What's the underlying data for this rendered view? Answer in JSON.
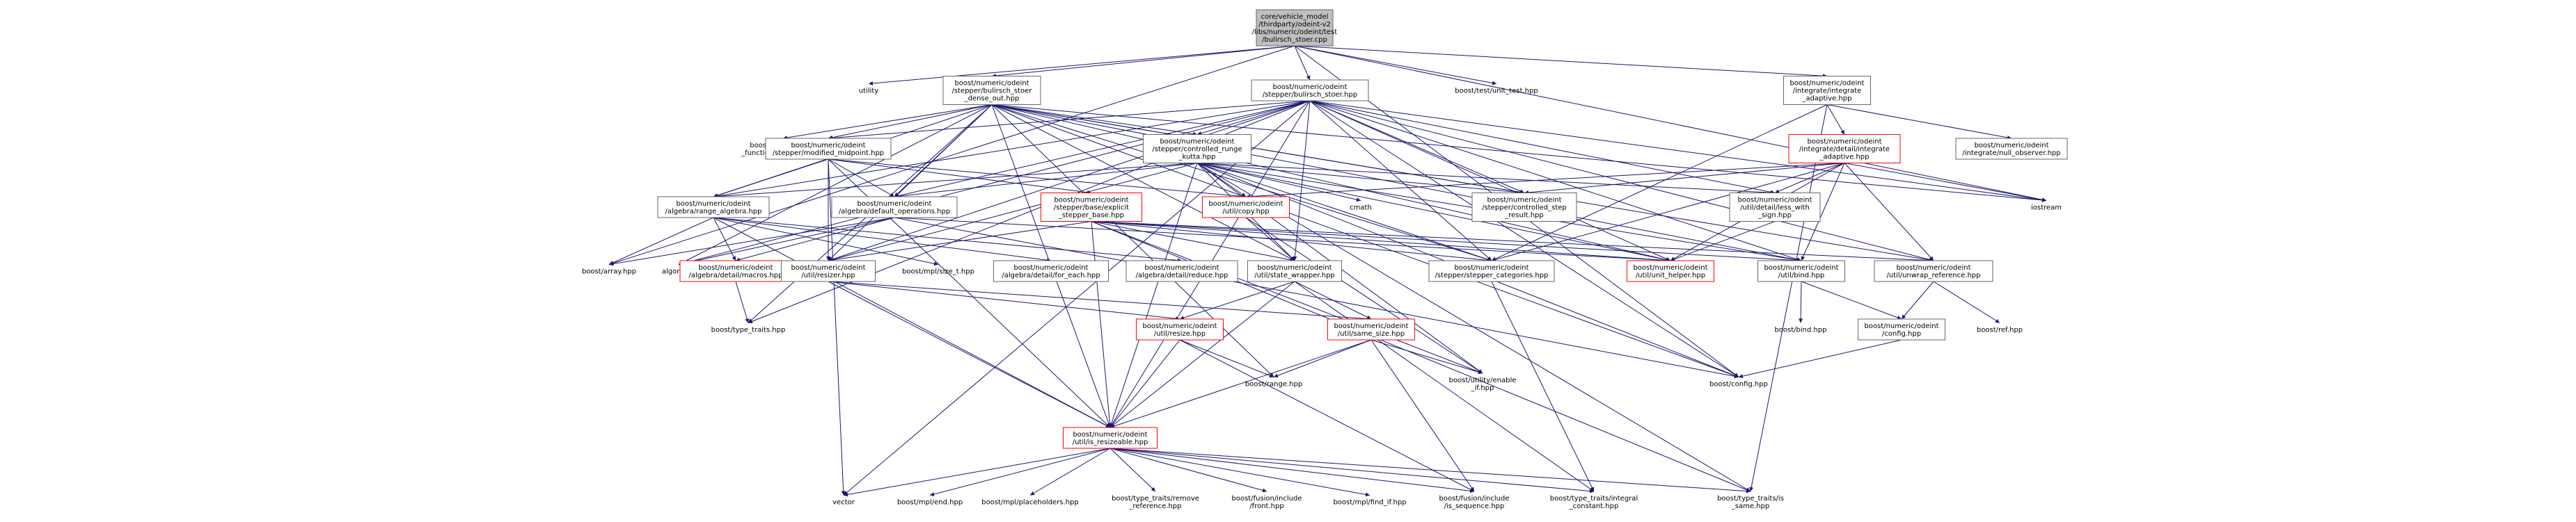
{
  "colors": {
    "edge": "#191970",
    "node_border": "#666666",
    "node_border_incomplete": "#ff0000",
    "node_fill": "#ffffff",
    "root_fill": "#bfbfbf",
    "background": "#ffffff"
  },
  "graph": {
    "nodes": [
      {
        "id": "root",
        "lines": [
          "core/vehicle_model",
          "/thirdparty/odeint-v2",
          "/libs/numeric/odeint/test",
          "/bulirsch_stoer.cpp"
        ],
        "style": "root"
      },
      {
        "id": "utility",
        "lines": [
          "utility"
        ],
        "style": "plain"
      },
      {
        "id": "bs_dense",
        "lines": [
          "boost/numeric/odeint",
          "/stepper/bulirsch_stoer",
          "_dense_out.hpp"
        ],
        "style": "normal"
      },
      {
        "id": "bs",
        "lines": [
          "boost/numeric/odeint",
          "/stepper/bulirsch_stoer.hpp"
        ],
        "style": "normal"
      },
      {
        "id": "unit_test",
        "lines": [
          "boost/test/unit_test.hpp"
        ],
        "style": "plain"
      },
      {
        "id": "int_adaptive",
        "lines": [
          "boost/numeric/odeint",
          "/integrate/integrate",
          "_adaptive.hpp"
        ],
        "style": "normal"
      },
      {
        "id": "binomial",
        "lines": [
          "boost/math/special",
          "_functions/binomial.hpp"
        ],
        "style": "plain"
      },
      {
        "id": "mod_mid",
        "lines": [
          "boost/numeric/odeint",
          "/stepper/modified_midpoint.hpp"
        ],
        "style": "normal"
      },
      {
        "id": "ctrl_rk",
        "lines": [
          "boost/numeric/odeint",
          "/stepper/controlled_runge",
          "_kutta.hpp"
        ],
        "style": "normal"
      },
      {
        "id": "int_detail_adaptive",
        "lines": [
          "boost/numeric/odeint",
          "/integrate/detail/integrate",
          "_adaptive.hpp"
        ],
        "style": "incomplete"
      },
      {
        "id": "null_obs",
        "lines": [
          "boost/numeric/odeint",
          "/integrate/null_observer.hpp"
        ],
        "style": "normal"
      },
      {
        "id": "range_alg",
        "lines": [
          "boost/numeric/odeint",
          "/algebra/range_algebra.hpp"
        ],
        "style": "normal"
      },
      {
        "id": "default_ops",
        "lines": [
          "boost/numeric/odeint",
          "/algebra/default_operations.hpp"
        ],
        "style": "normal"
      },
      {
        "id": "explicit_base",
        "lines": [
          "boost/numeric/odeint",
          "/stepper/base/explicit",
          "_stepper_base.hpp"
        ],
        "style": "incomplete"
      },
      {
        "id": "copy",
        "lines": [
          "boost/numeric/odeint",
          "/util/copy.hpp"
        ],
        "style": "incomplete"
      },
      {
        "id": "cmath",
        "lines": [
          "cmath"
        ],
        "style": "plain"
      },
      {
        "id": "ctrl_step_res",
        "lines": [
          "boost/numeric/odeint",
          "/stepper/controlled_step",
          "_result.hpp"
        ],
        "style": "normal"
      },
      {
        "id": "less_sign",
        "lines": [
          "boost/numeric/odeint",
          "/util/detail/less_with",
          "_sign.hpp"
        ],
        "style": "normal"
      },
      {
        "id": "iostream",
        "lines": [
          "iostream"
        ],
        "style": "plain"
      },
      {
        "id": "array",
        "lines": [
          "boost/array.hpp"
        ],
        "style": "plain"
      },
      {
        "id": "algorithm",
        "lines": [
          "algorithm"
        ],
        "style": "plain"
      },
      {
        "id": "macros",
        "lines": [
          "boost/numeric/odeint",
          "/algebra/detail/macros.hpp"
        ],
        "style": "incomplete"
      },
      {
        "id": "resizer",
        "lines": [
          "boost/numeric/odeint",
          "/util/resizer.hpp"
        ],
        "style": "normal"
      },
      {
        "id": "size_t",
        "lines": [
          "boost/mpl/size_t.hpp"
        ],
        "style": "plain"
      },
      {
        "id": "for_each",
        "lines": [
          "boost/numeric/odeint",
          "/algebra/detail/for_each.hpp"
        ],
        "style": "normal"
      },
      {
        "id": "reduce",
        "lines": [
          "boost/numeric/odeint",
          "/algebra/detail/reduce.hpp"
        ],
        "style": "normal"
      },
      {
        "id": "state_wrapper",
        "lines": [
          "boost/numeric/odeint",
          "/util/state_wrapper.hpp"
        ],
        "style": "normal"
      },
      {
        "id": "stepper_cat",
        "lines": [
          "boost/numeric/odeint",
          "/stepper/stepper_categories.hpp"
        ],
        "style": "normal"
      },
      {
        "id": "unit_helper",
        "lines": [
          "boost/numeric/odeint",
          "/util/unit_helper.hpp"
        ],
        "style": "incomplete"
      },
      {
        "id": "bind_util",
        "lines": [
          "boost/numeric/odeint",
          "/util/bind.hpp"
        ],
        "style": "normal"
      },
      {
        "id": "unwrap_ref",
        "lines": [
          "boost/numeric/odeint",
          "/util/unwrap_reference.hpp"
        ],
        "style": "normal"
      },
      {
        "id": "type_traits",
        "lines": [
          "boost/type_traits.hpp"
        ],
        "style": "plain"
      },
      {
        "id": "resize",
        "lines": [
          "boost/numeric/odeint",
          "/util/resize.hpp"
        ],
        "style": "incomplete"
      },
      {
        "id": "same_size",
        "lines": [
          "boost/numeric/odeint",
          "/util/same_size.hpp"
        ],
        "style": "incomplete"
      },
      {
        "id": "bind_hpp",
        "lines": [
          "boost/bind.hpp"
        ],
        "style": "plain"
      },
      {
        "id": "odeint_config",
        "lines": [
          "boost/numeric/odeint",
          "/config.hpp"
        ],
        "style": "normal"
      },
      {
        "id": "ref_hpp",
        "lines": [
          "boost/ref.hpp"
        ],
        "style": "plain"
      },
      {
        "id": "range_hpp",
        "lines": [
          "boost/range.hpp"
        ],
        "style": "plain"
      },
      {
        "id": "enable_if",
        "lines": [
          "boost/utility/enable",
          "_if.hpp"
        ],
        "style": "plain"
      },
      {
        "id": "config_hpp",
        "lines": [
          "boost/config.hpp"
        ],
        "style": "plain"
      },
      {
        "id": "is_resizeable",
        "lines": [
          "boost/numeric/odeint",
          "/util/is_resizeable.hpp"
        ],
        "style": "incomplete"
      },
      {
        "id": "vector",
        "lines": [
          "vector"
        ],
        "style": "plain"
      },
      {
        "id": "end_hpp",
        "lines": [
          "boost/mpl/end.hpp"
        ],
        "style": "plain"
      },
      {
        "id": "placeholders",
        "lines": [
          "boost/mpl/placeholders.hpp"
        ],
        "style": "plain"
      },
      {
        "id": "remove_ref",
        "lines": [
          "boost/type_traits/remove",
          "_reference.hpp"
        ],
        "style": "plain"
      },
      {
        "id": "fusion_front",
        "lines": [
          "boost/fusion/include",
          "/front.hpp"
        ],
        "style": "plain"
      },
      {
        "id": "find_if",
        "lines": [
          "boost/mpl/find_if.hpp"
        ],
        "style": "plain"
      },
      {
        "id": "is_sequence",
        "lines": [
          "boost/fusion/include",
          "/is_sequence.hpp"
        ],
        "style": "plain"
      },
      {
        "id": "integral_const",
        "lines": [
          "boost/type_traits/integral",
          "_constant.hpp"
        ],
        "style": "plain"
      },
      {
        "id": "is_same",
        "lines": [
          "boost/type_traits/is",
          "_same.hpp"
        ],
        "style": "plain"
      }
    ],
    "edges": [
      [
        "root",
        "utility"
      ],
      [
        "root",
        "bs_dense"
      ],
      [
        "root",
        "bs"
      ],
      [
        "root",
        "unit_test"
      ],
      [
        "root",
        "int_adaptive"
      ],
      [
        "root",
        "iostream"
      ],
      [
        "root",
        "array"
      ],
      [
        "root",
        "config_hpp"
      ],
      [
        "bs_dense",
        "binomial"
      ],
      [
        "bs_dense",
        "mod_mid"
      ],
      [
        "bs_dense",
        "ctrl_rk"
      ],
      [
        "bs_dense",
        "range_alg"
      ],
      [
        "bs_dense",
        "default_ops"
      ],
      [
        "bs_dense",
        "algorithm"
      ],
      [
        "bs_dense",
        "resizer"
      ],
      [
        "bs_dense",
        "state_wrapper"
      ],
      [
        "bs_dense",
        "stepper_cat"
      ],
      [
        "bs_dense",
        "unit_helper"
      ],
      [
        "bs_dense",
        "bind_util"
      ],
      [
        "bs_dense",
        "unwrap_ref"
      ],
      [
        "bs_dense",
        "type_traits"
      ],
      [
        "bs_dense",
        "is_resizeable"
      ],
      [
        "bs_dense",
        "config_hpp"
      ],
      [
        "bs_dense",
        "ctrl_step_res"
      ],
      [
        "bs_dense",
        "iostream"
      ],
      [
        "bs_dense",
        "range_hpp"
      ],
      [
        "bs",
        "mod_mid"
      ],
      [
        "bs",
        "ctrl_rk"
      ],
      [
        "bs",
        "range_alg"
      ],
      [
        "bs",
        "default_ops"
      ],
      [
        "bs",
        "algorithm"
      ],
      [
        "bs",
        "resizer"
      ],
      [
        "bs",
        "state_wrapper"
      ],
      [
        "bs",
        "stepper_cat"
      ],
      [
        "bs",
        "unit_helper"
      ],
      [
        "bs",
        "bind_util"
      ],
      [
        "bs",
        "unwrap_ref"
      ],
      [
        "bs",
        "type_traits"
      ],
      [
        "bs",
        "is_resizeable"
      ],
      [
        "bs",
        "config_hpp"
      ],
      [
        "bs",
        "ctrl_step_res"
      ],
      [
        "bs",
        "iostream"
      ],
      [
        "bs",
        "less_sign"
      ],
      [
        "bs",
        "vector"
      ],
      [
        "int_adaptive",
        "int_detail_adaptive"
      ],
      [
        "int_adaptive",
        "null_obs"
      ],
      [
        "int_adaptive",
        "stepper_cat"
      ],
      [
        "int_adaptive",
        "is_same"
      ],
      [
        "mod_mid",
        "explicit_base"
      ],
      [
        "mod_mid",
        "range_alg"
      ],
      [
        "mod_mid",
        "default_ops"
      ],
      [
        "mod_mid",
        "resizer"
      ],
      [
        "mod_mid",
        "is_resizeable"
      ],
      [
        "mod_mid",
        "copy"
      ],
      [
        "mod_mid",
        "vector"
      ],
      [
        "ctrl_rk",
        "range_alg"
      ],
      [
        "ctrl_rk",
        "default_ops"
      ],
      [
        "ctrl_rk",
        "copy"
      ],
      [
        "ctrl_rk",
        "cmath"
      ],
      [
        "ctrl_rk",
        "ctrl_step_res"
      ],
      [
        "ctrl_rk",
        "less_sign"
      ],
      [
        "ctrl_rk",
        "stepper_cat"
      ],
      [
        "ctrl_rk",
        "state_wrapper"
      ],
      [
        "ctrl_rk",
        "resizer"
      ],
      [
        "ctrl_rk",
        "unit_helper"
      ],
      [
        "ctrl_rk",
        "bind_util"
      ],
      [
        "ctrl_rk",
        "is_same"
      ],
      [
        "ctrl_rk",
        "enable_if"
      ],
      [
        "ctrl_rk",
        "config_hpp"
      ],
      [
        "ctrl_rk",
        "is_resizeable"
      ],
      [
        "int_detail_adaptive",
        "copy"
      ],
      [
        "int_detail_adaptive",
        "ctrl_step_res"
      ],
      [
        "int_detail_adaptive",
        "less_sign"
      ],
      [
        "int_detail_adaptive",
        "iostream"
      ],
      [
        "int_detail_adaptive",
        "stepper_cat"
      ],
      [
        "int_detail_adaptive",
        "unit_helper"
      ],
      [
        "int_detail_adaptive",
        "bind_util"
      ],
      [
        "int_detail_adaptive",
        "unwrap_ref"
      ],
      [
        "range_alg",
        "array"
      ],
      [
        "range_alg",
        "macros"
      ],
      [
        "range_alg",
        "size_t"
      ],
      [
        "range_alg",
        "for_each"
      ],
      [
        "range_alg",
        "reduce"
      ],
      [
        "range_alg",
        "is_resizeable"
      ],
      [
        "default_ops",
        "algorithm"
      ],
      [
        "default_ops",
        "array"
      ],
      [
        "default_ops",
        "macros"
      ],
      [
        "default_ops",
        "unit_helper"
      ],
      [
        "default_ops",
        "config_hpp"
      ],
      [
        "explicit_base",
        "resizer"
      ],
      [
        "explicit_base",
        "state_wrapper"
      ],
      [
        "explicit_base",
        "stepper_cat"
      ],
      [
        "explicit_base",
        "unit_helper"
      ],
      [
        "explicit_base",
        "bind_util"
      ],
      [
        "explicit_base",
        "unwrap_ref"
      ],
      [
        "explicit_base",
        "is_resizeable"
      ],
      [
        "explicit_base",
        "enable_if"
      ],
      [
        "explicit_base",
        "is_same"
      ],
      [
        "copy",
        "enable_if"
      ],
      [
        "copy",
        "state_wrapper"
      ],
      [
        "less_sign",
        "unit_helper"
      ],
      [
        "macros",
        "type_traits"
      ],
      [
        "resizer",
        "resize"
      ],
      [
        "resizer",
        "same_size"
      ],
      [
        "resizer",
        "is_resizeable"
      ],
      [
        "state_wrapper",
        "resize"
      ],
      [
        "state_wrapper",
        "same_size"
      ],
      [
        "state_wrapper",
        "is_resizeable"
      ],
      [
        "state_wrapper",
        "integral_const"
      ],
      [
        "stepper_cat",
        "integral_const"
      ],
      [
        "bind_util",
        "bind_hpp"
      ],
      [
        "bind_util",
        "odeint_config"
      ],
      [
        "unwrap_ref",
        "ref_hpp"
      ],
      [
        "unwrap_ref",
        "odeint_config"
      ],
      [
        "odeint_config",
        "config_hpp"
      ],
      [
        "resize",
        "is_resizeable"
      ],
      [
        "resize",
        "range_hpp"
      ],
      [
        "resize",
        "is_sequence"
      ],
      [
        "same_size",
        "is_resizeable"
      ],
      [
        "same_size",
        "range_hpp"
      ],
      [
        "same_size",
        "enable_if"
      ],
      [
        "same_size",
        "is_sequence"
      ],
      [
        "is_resizeable",
        "vector"
      ],
      [
        "is_resizeable",
        "end_hpp"
      ],
      [
        "is_resizeable",
        "placeholders"
      ],
      [
        "is_resizeable",
        "remove_ref"
      ],
      [
        "is_resizeable",
        "fusion_front"
      ],
      [
        "is_resizeable",
        "find_if"
      ],
      [
        "is_resizeable",
        "is_sequence"
      ],
      [
        "is_resizeable",
        "integral_const"
      ],
      [
        "is_resizeable",
        "is_same"
      ]
    ]
  }
}
